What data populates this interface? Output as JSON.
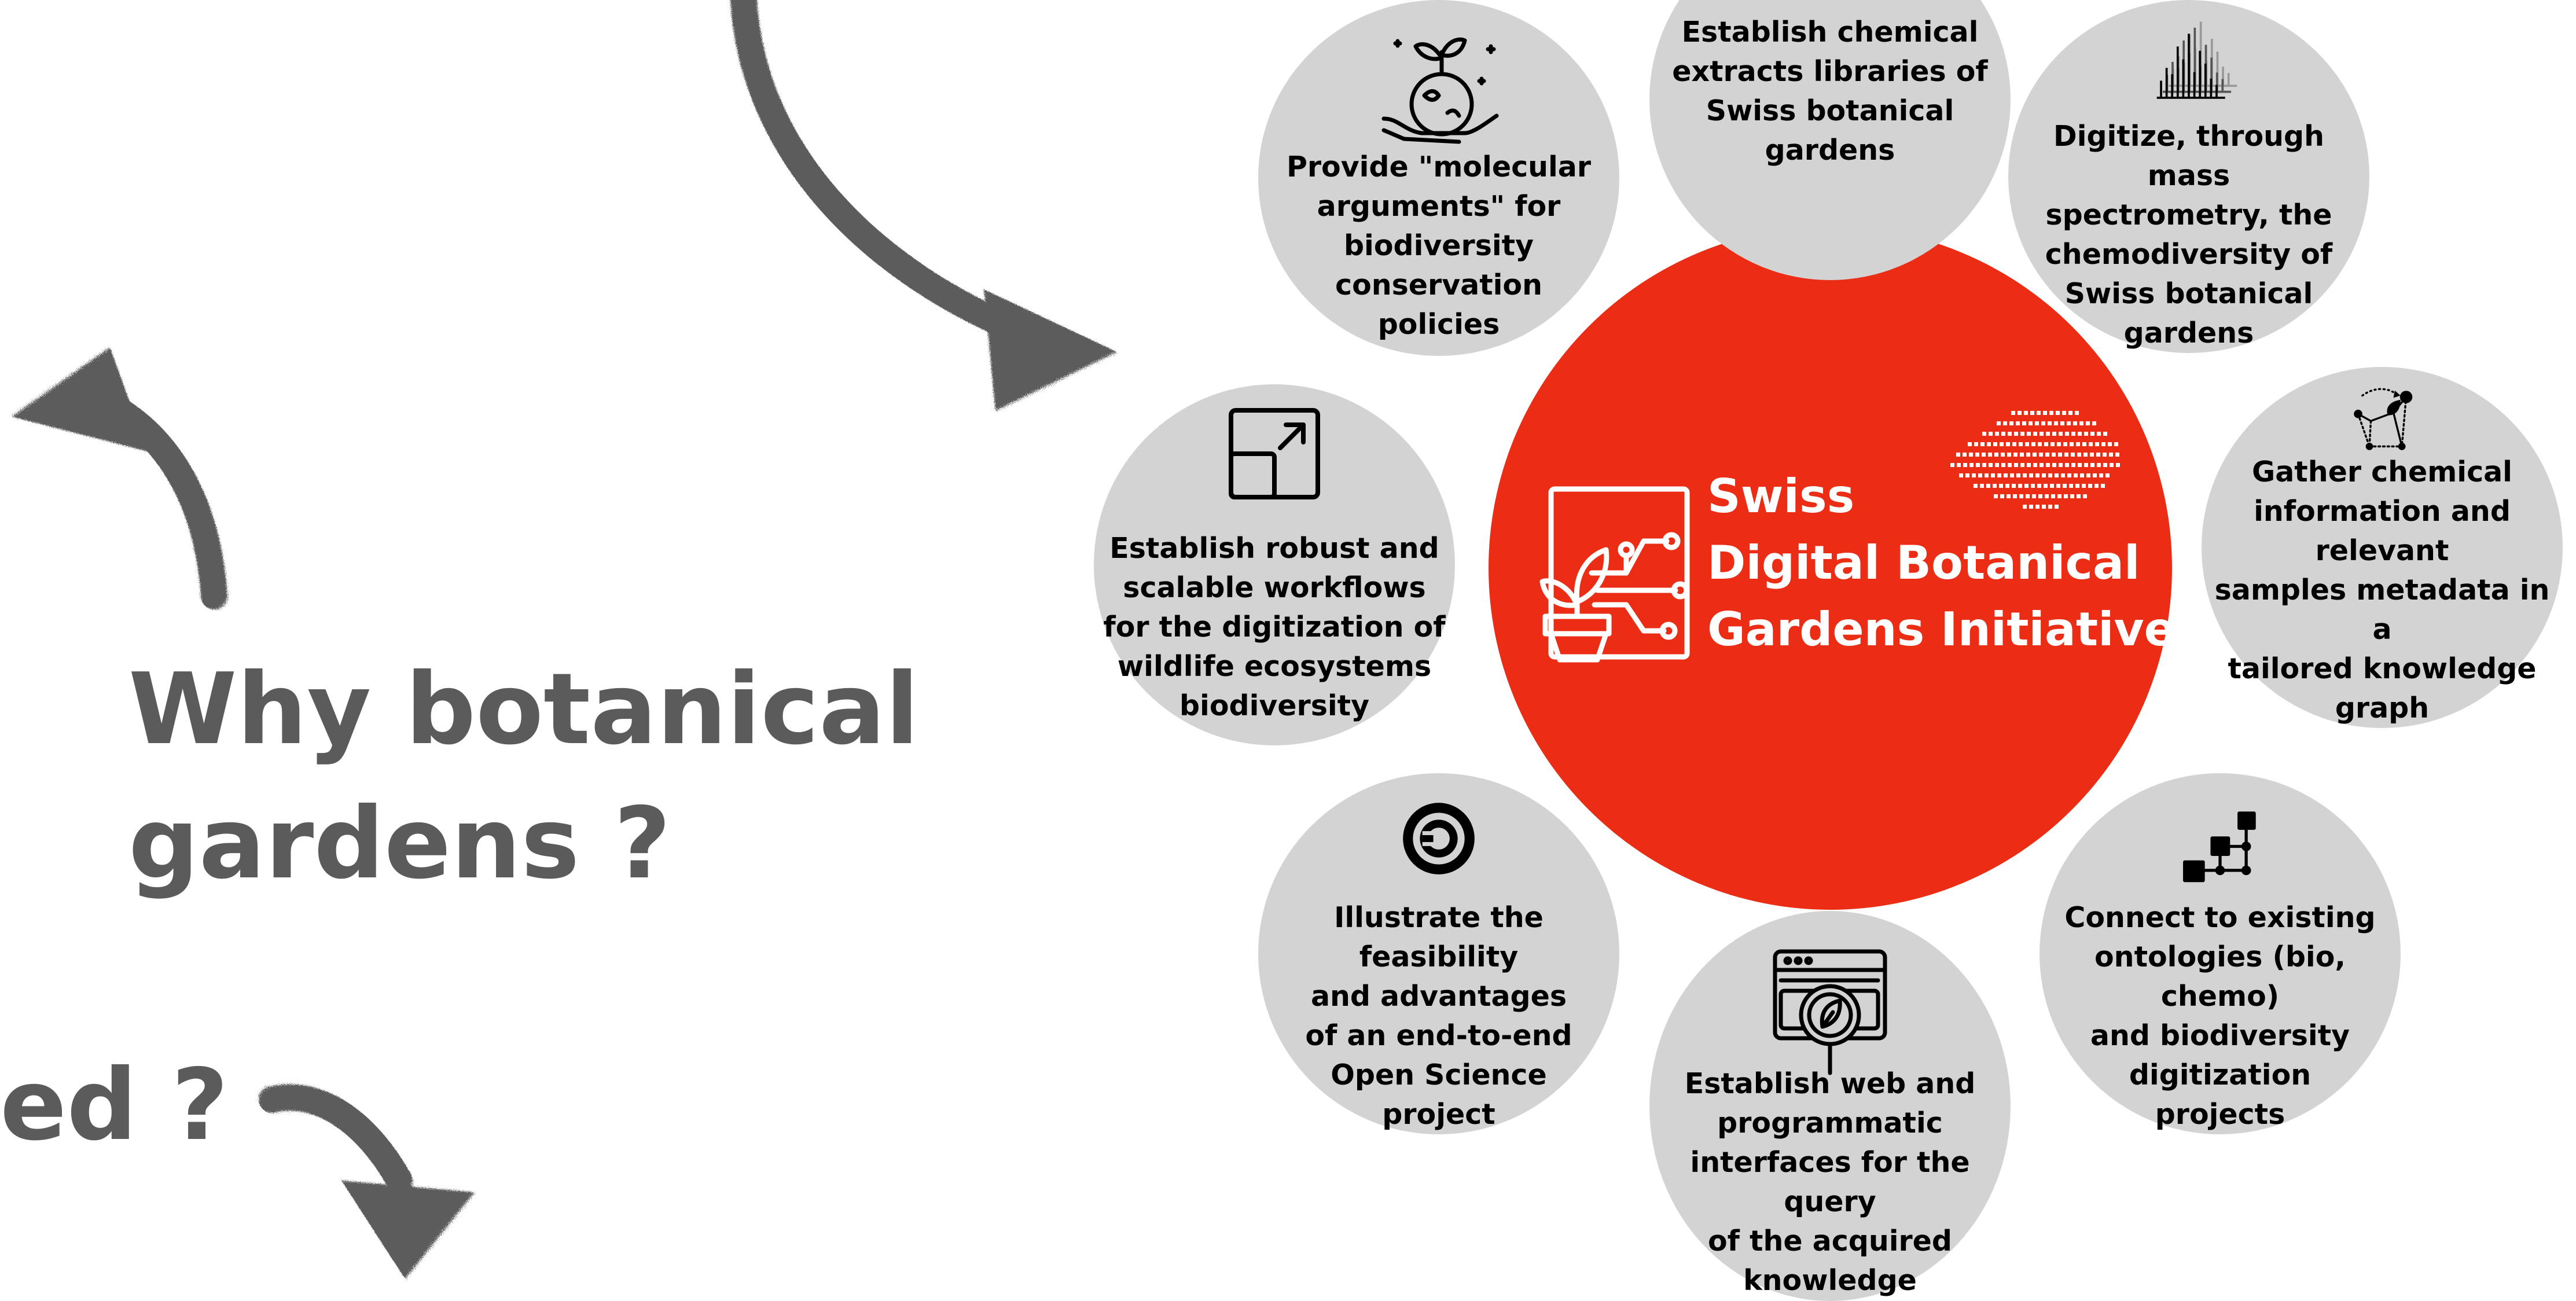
{
  "left_text": {
    "question_main": "Why botanical\ngardens ?",
    "question_partial": "ed ?"
  },
  "center": {
    "title": "Swiss\nDigital Botanical\nGardens Initiative",
    "color": "#ec2d16"
  },
  "satellites": [
    {
      "id": "molecular-arguments",
      "icon": "plant-globe-hand-icon",
      "text": "Provide \"molecular\narguments\" for\nbiodiversity\nconservation\npolicies"
    },
    {
      "id": "chemical-extracts",
      "icon": "none",
      "text": "Establish chemical\nextracts libraries of\nSwiss botanical\ngardens"
    },
    {
      "id": "mass-spectrometry",
      "icon": "spectrum-icon",
      "text": "Digitize, through mass\nspectrometry, the\nchemodiversity of\nSwiss botanical\ngardens"
    },
    {
      "id": "knowledge-graph",
      "icon": "knowledge-graph-icon",
      "text": "Gather chemical\ninformation and relevant\nsamples metadata in a\ntailored knowledge\ngraph"
    },
    {
      "id": "ontologies",
      "icon": "hierarchy-icon",
      "text": "Connect to existing\nontologies (bio, chemo)\nand biodiversity\ndigitization\nprojects"
    },
    {
      "id": "web-interfaces",
      "icon": "browser-search-leaf-icon",
      "text": "Establish web and\nprogrammatic\ninterfaces for the query\nof the acquired\nknowledge"
    },
    {
      "id": "open-science",
      "icon": "copyleft-icon",
      "text": "Illustrate the feasibility\nand advantages\nof an end-to-end\nOpen Science\nproject"
    },
    {
      "id": "workflows",
      "icon": "scale-up-icon",
      "text": "Establish robust and\nscalable workflows\nfor the digitization of\nwildlife ecosystems\nbiodiversity"
    }
  ],
  "colors": {
    "satellite_fill": "#d3d3d3",
    "arrow": "#5b5b5b",
    "text": "#000000"
  }
}
